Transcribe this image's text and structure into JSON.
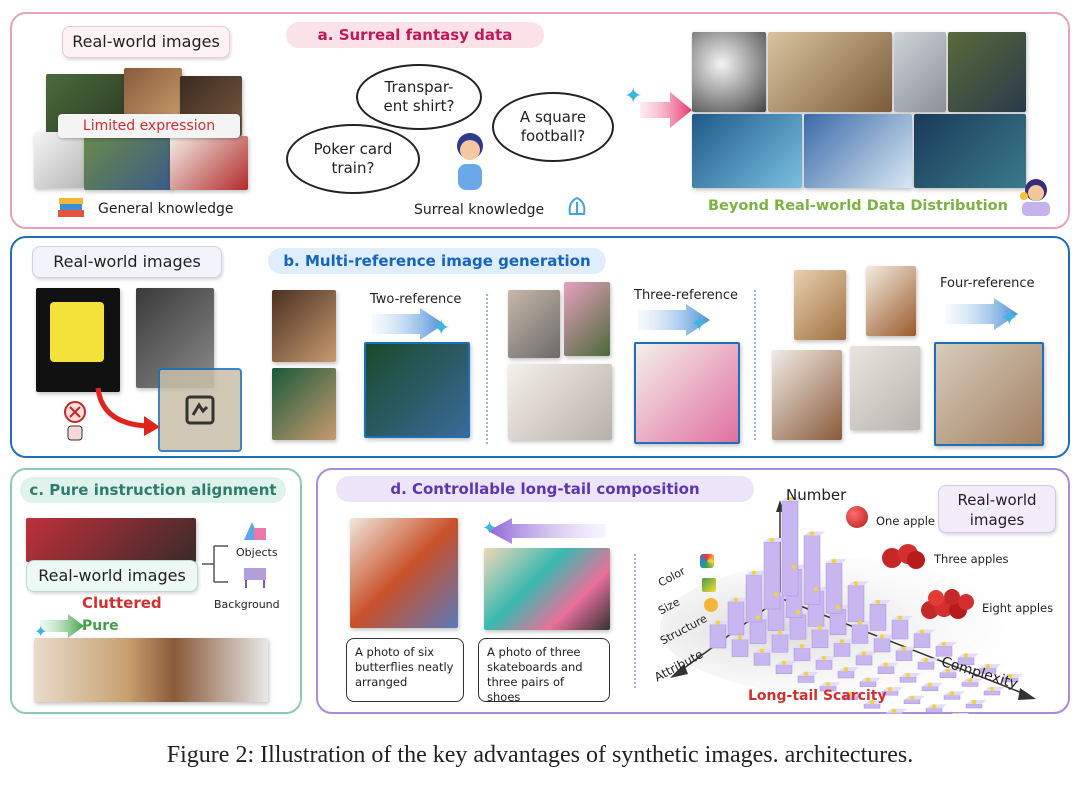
{
  "panel_a": {
    "title": "a. Surreal fantasy data",
    "real_world_label": "Real-world images",
    "limited_label": "Limited expression",
    "general_knowledge": "General knowledge",
    "bubbles": [
      "Transpar-\nent shirt?",
      "A square\nfootball?",
      "Poker card\ntrain?"
    ],
    "surreal_knowledge": "Surreal knowledge",
    "beyond_label": "Beyond Real-world Data Distribution",
    "colors": {
      "border": "#e8a1b6",
      "title_bg": "#fbe1e8",
      "title_text": "#c2185b",
      "beyond_text": "#7cb342",
      "limited_text": "#d32f2f"
    }
  },
  "panel_b": {
    "title": "b. Multi-reference image generation",
    "real_world_label": "Real-world images",
    "two_ref": "Two-reference",
    "three_ref": "Three-reference",
    "four_ref": "Four-reference",
    "colors": {
      "border": "#1e6fb8",
      "title_bg": "#dfeefa",
      "title_text": "#1565c0"
    }
  },
  "panel_c": {
    "title": "c. Pure instruction alignment",
    "real_world_label": "Real-world images",
    "objects": "Objects",
    "background": "Background",
    "cluttered": "Cluttered",
    "pure": "Pure",
    "colors": {
      "border": "#8cc9b8",
      "title_bg": "#dff2ec",
      "title_text": "#2e7d6b",
      "cluttered": "#d32f2f",
      "pure": "#43a047"
    }
  },
  "panel_d": {
    "title": "d. Controllable long-tail composition",
    "caption_1": "A photo of six butterflies neatly arranged",
    "caption_2": "A photo of three skateboards and three pairs of shoes",
    "attributes": [
      "Color",
      "Size",
      "Structure",
      "Attribute"
    ],
    "number_label": "Number",
    "complexity_label": "Complexity",
    "apples": [
      "One apple",
      "Three apples",
      "Eight apples"
    ],
    "real_world_label": "Real-world images",
    "long_tail": "Long-tail Scarcity",
    "colors": {
      "border": "#a98bd8",
      "title_bg": "#ece4f8",
      "title_text": "#5e35b1",
      "long_tail": "#d32f2f"
    }
  },
  "figure_caption": "Figure 2: Illustration of the key advantages of synthetic images. architectures."
}
